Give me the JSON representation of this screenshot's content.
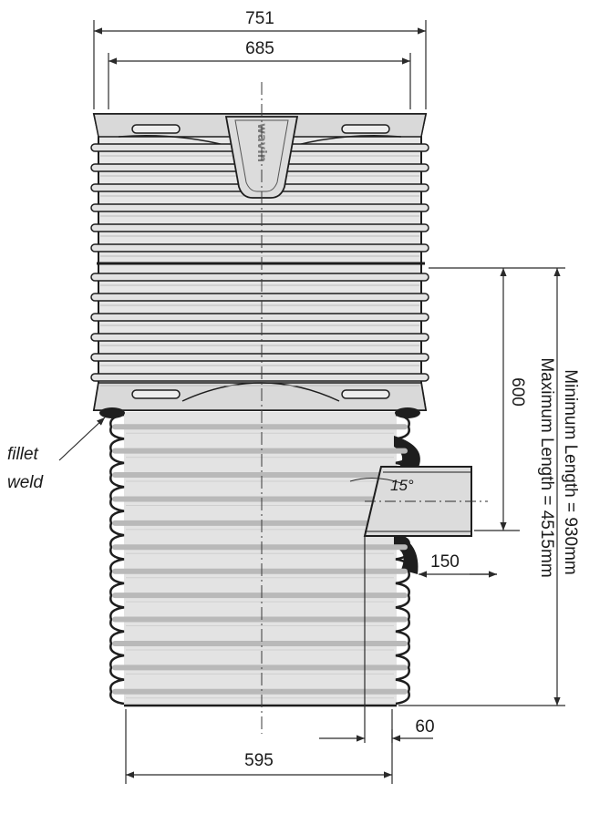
{
  "drawing": {
    "dimensions": {
      "outer_width": "751",
      "inner_width": "685",
      "riser_height": "600",
      "base_width": "595",
      "wall_offset": "60",
      "outlet_length": "150"
    },
    "length_notes": {
      "minimum": "Minimum Length = 930mm",
      "maximum": "Maximum Length = 4515mm"
    },
    "angle": "15°",
    "annotation": {
      "line1": "fillet",
      "line2": "weld"
    },
    "brand": "wavin",
    "colors": {
      "body": "#e3e3e3",
      "rib": "#b9b9b9",
      "stroke": "#1e1e1e",
      "dim_line": "#2a2a2a"
    }
  }
}
